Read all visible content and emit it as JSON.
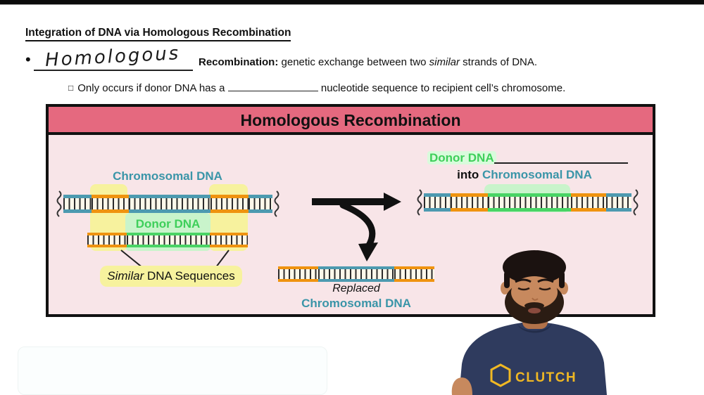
{
  "slide": {
    "title": "Integration of DNA via Homologous Recombination",
    "bullet": {
      "marker": "•",
      "handwritten_term": "Homologous",
      "term_bold": "Recombination:",
      "def_part1": " genetic exchange between two ",
      "def_italic": "similar",
      "def_part2": " strands of DNA."
    },
    "sub_bullet": {
      "marker": "□",
      "part1": "Only occurs if donor DNA has a ",
      "part2": " nucleotide sequence to recipient cell’s chromosome."
    }
  },
  "diagram": {
    "header_title": "Homologous Recombination",
    "chromosomal_dna_label": "Chromosomal DNA",
    "donor_dna_label": "Donor DNA",
    "similar_label_italic": "Similar",
    "similar_label_rest": " DNA Sequences",
    "replaced_label_italic": "Replaced",
    "replaced_label_chromosomal": "Chromosomal DNA",
    "result_donor_label": "Donor DNA",
    "result_into": "into ",
    "result_chromosomal_label": "Chromosomal DNA",
    "colors": {
      "header_bg": "#e5697f",
      "panel_bg": "#f8e5e8",
      "chromosomal_teal_text": "#3a95a8",
      "donor_green_text": "#3ecf5a",
      "rail_orange": "#ef930f",
      "rail_teal": "#4d9ab0",
      "rail_green": "#49d465",
      "highlight_yellow": "#f7f29e",
      "highlight_green": "#c9f4cb"
    }
  },
  "webcam": {
    "shirt_logo_text": "CLUTCH",
    "shirt_color": "#2f3b5e",
    "logo_color": "#f0b823"
  }
}
